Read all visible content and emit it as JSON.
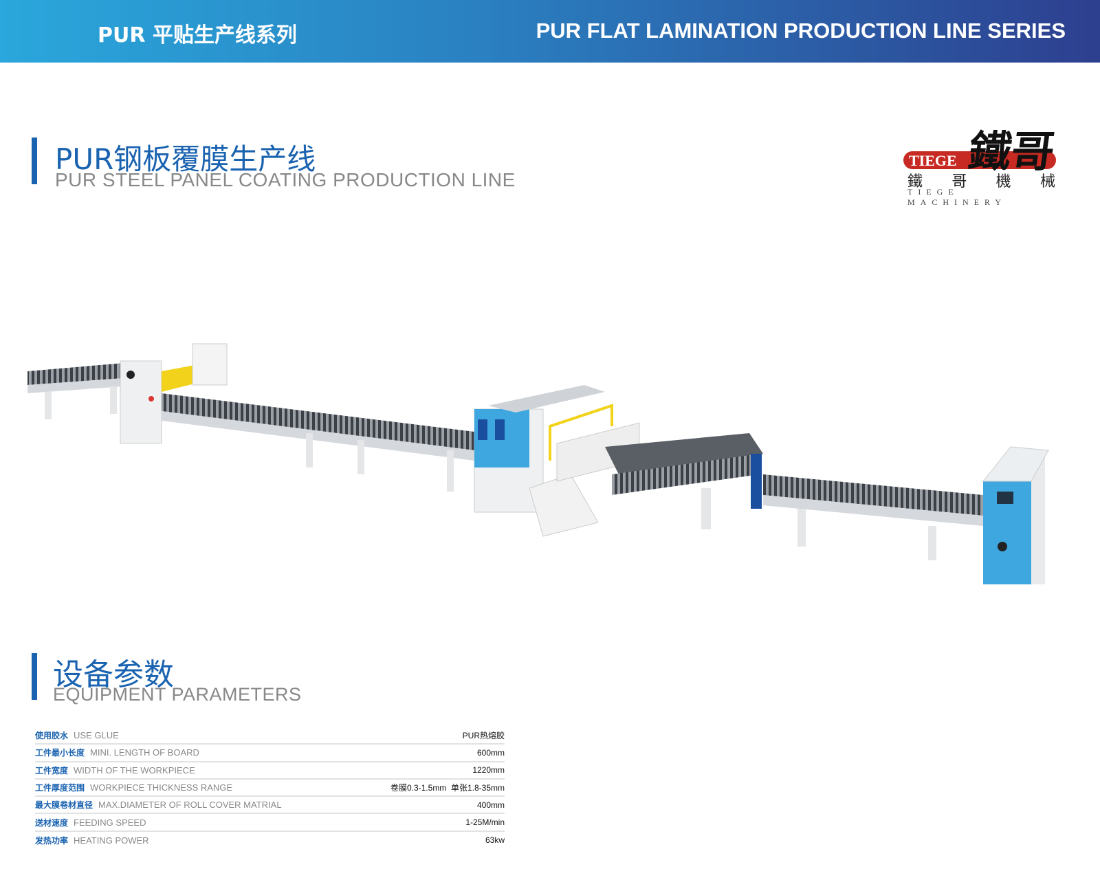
{
  "banner": {
    "cn": "PUR 平贴生产线系列",
    "en": "PUR FLAT LAMINATION PRODUCTION LINE SERIES"
  },
  "product": {
    "title_cn": "PUR钢板覆膜生产线",
    "title_en": "PUR STEEL PANEL  COATING PRODUCTION  LINE"
  },
  "logo": {
    "brand": "TIEGE",
    "big": "鐵哥",
    "cn": [
      "鐵",
      "哥",
      "機",
      "械"
    ],
    "en": "TIEGE MACHINERY"
  },
  "params": {
    "title_cn": "设备参数",
    "title_en": "EQUIPMENT PARAMETERS",
    "rows": [
      {
        "cn": "使用胶水",
        "en": "USE GLUE",
        "value": "PUR热熔胶"
      },
      {
        "cn": "工件最小长度",
        "en": "MINI. LENGTH OF BOARD",
        "value": "600mm"
      },
      {
        "cn": "工件宽度",
        "en": "WIDTH OF THE WORKPIECE",
        "value": "1220mm"
      },
      {
        "cn": "工件厚度范围",
        "en": "WORKPIECE THICKNESS RANGE",
        "value": "卷膜0.3-1.5mm  单张1.8-35mm"
      },
      {
        "cn": "最大膜卷材直径",
        "en": "MAX.DIAMETER OF ROLL COVER MATRIAL",
        "value": "400mm"
      },
      {
        "cn": "送材速度",
        "en": "FEEDING SPEED",
        "value": "1-25M/min"
      },
      {
        "cn": "发热功率",
        "en": "HEATING POWER",
        "value": "63kw"
      }
    ]
  },
  "colors": {
    "accent": "#1a63b0",
    "machine_blue": "#3ea7e0",
    "yellow": "#f2d21b"
  }
}
